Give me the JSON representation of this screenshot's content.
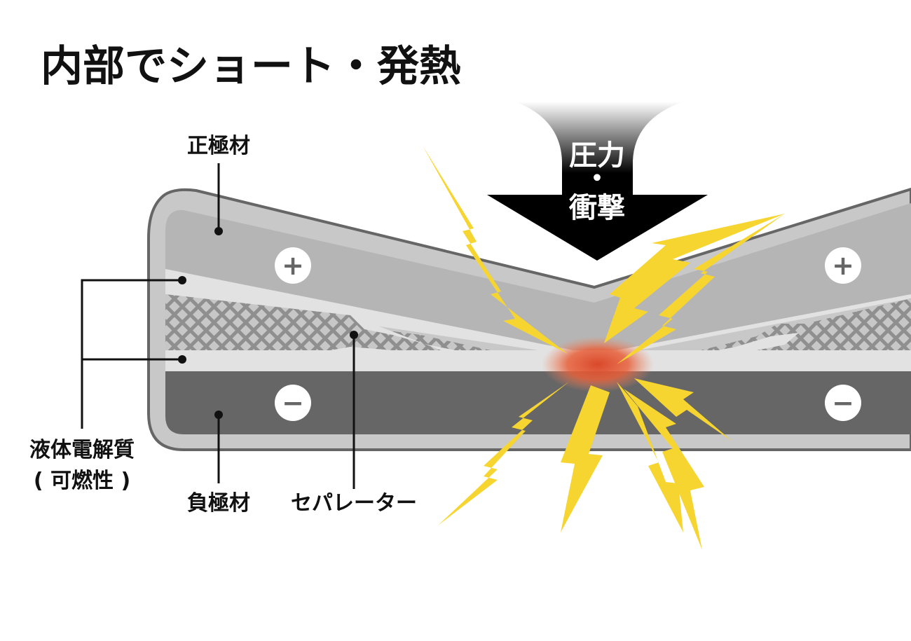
{
  "title": "内部でショート・発熱",
  "labels": {
    "positive_electrode": "正極材",
    "negative_electrode": "負極材",
    "separator": "セパレーター",
    "electrolyte_line1": "液体電解質",
    "electrolyte_line2": "( 可燃性 )"
  },
  "pressure": {
    "line1": "圧力",
    "line2": "・",
    "line3": "衝撃"
  },
  "signs": {
    "plus": "+",
    "minus": "−"
  },
  "colors": {
    "casing_outline": "#666666",
    "casing_fill": "#c8c8c8",
    "positive_layer": "#b5b5b5",
    "electrolyte_layer": "#e2e2e2",
    "separator_mesh": "#8f8f8f",
    "negative_layer": "#666666",
    "lightning": "#f7d531",
    "heat_glow": "#e8603a",
    "arrow": "#000000"
  },
  "icons": {
    "pressure_arrow": "down-arrow-icon",
    "spark": "lightning-bolt-icon",
    "heat": "heat-glow-icon"
  }
}
